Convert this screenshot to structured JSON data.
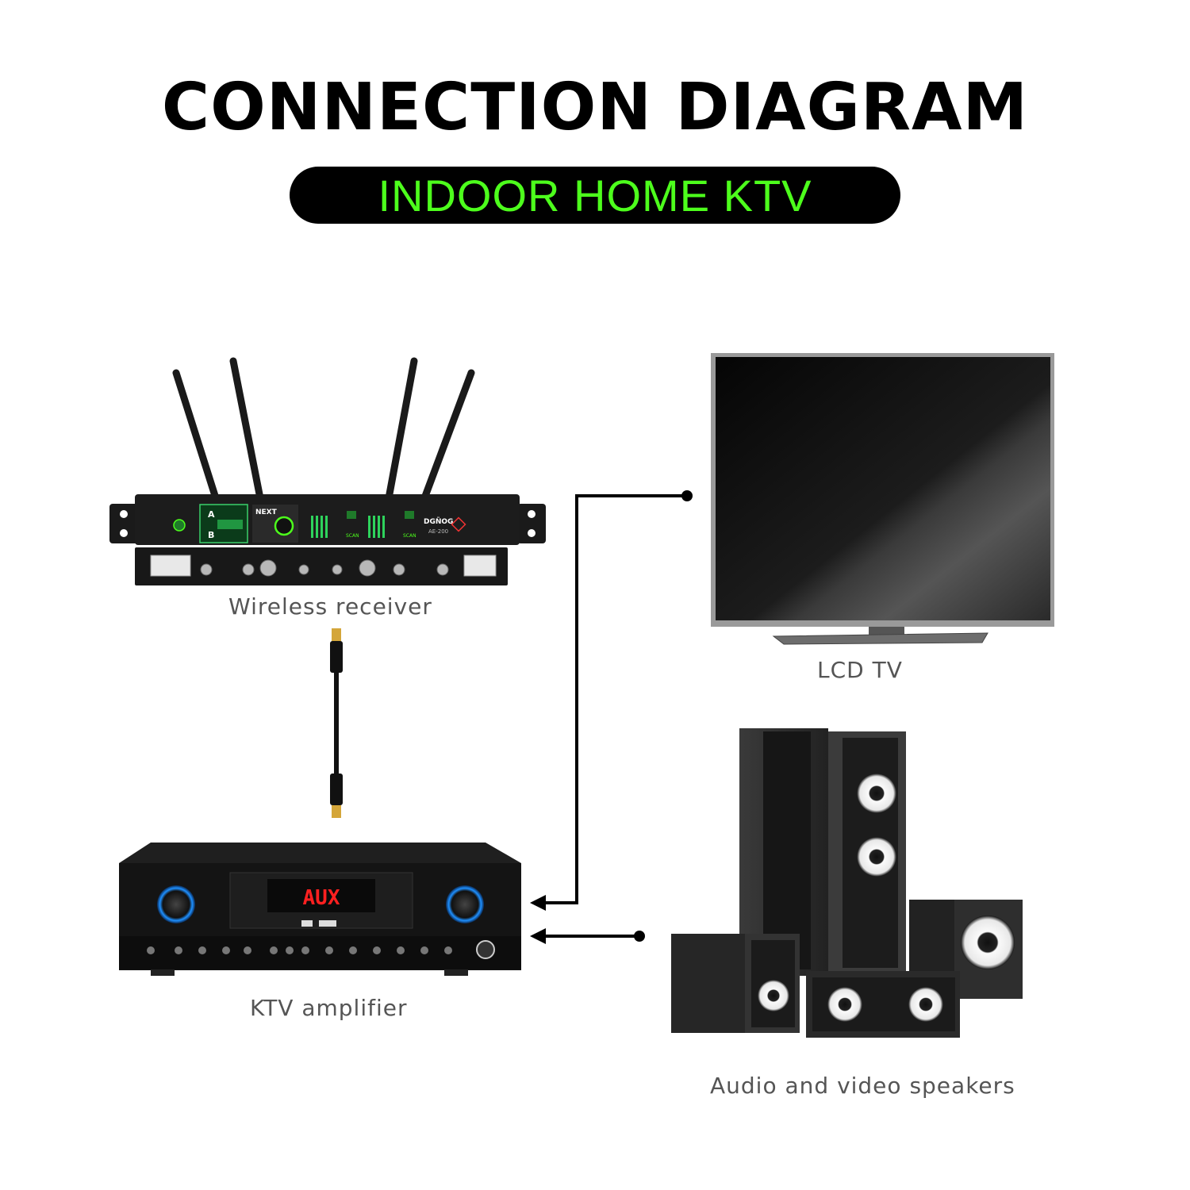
{
  "header": {
    "title": "CONNECTION DIAGRAM",
    "subtitle": "INDOOR HOME KTV"
  },
  "devices": {
    "receiver": {
      "caption": "Wireless receiver",
      "model": "AE-200",
      "brand": "DGÑOG",
      "badge": "NEXT",
      "scan_label": "SCAN",
      "channel_a": "A",
      "channel_b": "B"
    },
    "tv": {
      "caption": "LCD TV"
    },
    "amplifier": {
      "caption": "KTV amplifier",
      "display_text": "AUX"
    },
    "speakers": {
      "caption": "Audio and video speakers"
    }
  },
  "colors": {
    "accent_green": "#4dff1c",
    "display_red": "#ff2020",
    "device_black": "#141414"
  }
}
